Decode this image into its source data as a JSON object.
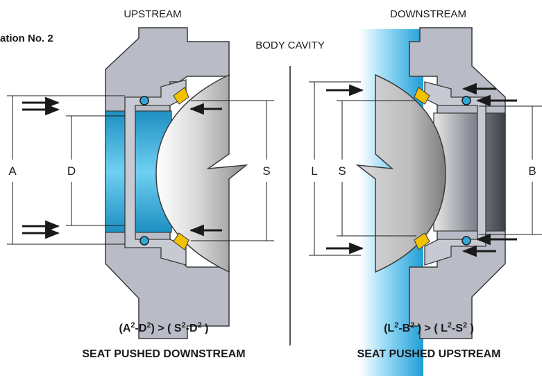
{
  "heading": "ation No. 2",
  "left": {
    "side_label": "UPSTREAM",
    "dims": {
      "a": "A",
      "d": "D",
      "s": "S"
    },
    "formula": {
      "t1": "(A",
      "t2": "-D",
      "t3": ") > ( S",
      "t4": "-D",
      "t5": " )",
      "exp": "2"
    },
    "caption": "SEAT PUSHED DOWNSTREAM"
  },
  "center_label": "BODY CAVITY",
  "right": {
    "side_label": "DOWNSTREAM",
    "dims": {
      "l": "L",
      "s": "S",
      "b": "B"
    },
    "formula": {
      "t1": "(L",
      "t2": "-B",
      "t3": " ) > ( L",
      "t4": "-S",
      "t5": " )",
      "exp": "2"
    },
    "caption": "SEAT PUSHED UPSTREAM"
  },
  "colors": {
    "body_fill": "#b9bcc6",
    "body_stroke": "#3a3a3a",
    "bore_blue": "#2fa7d8",
    "seal_yellow": "#f2c200",
    "ball_light": "#f0f0f0",
    "ball_dark": "#9a9a9a"
  }
}
